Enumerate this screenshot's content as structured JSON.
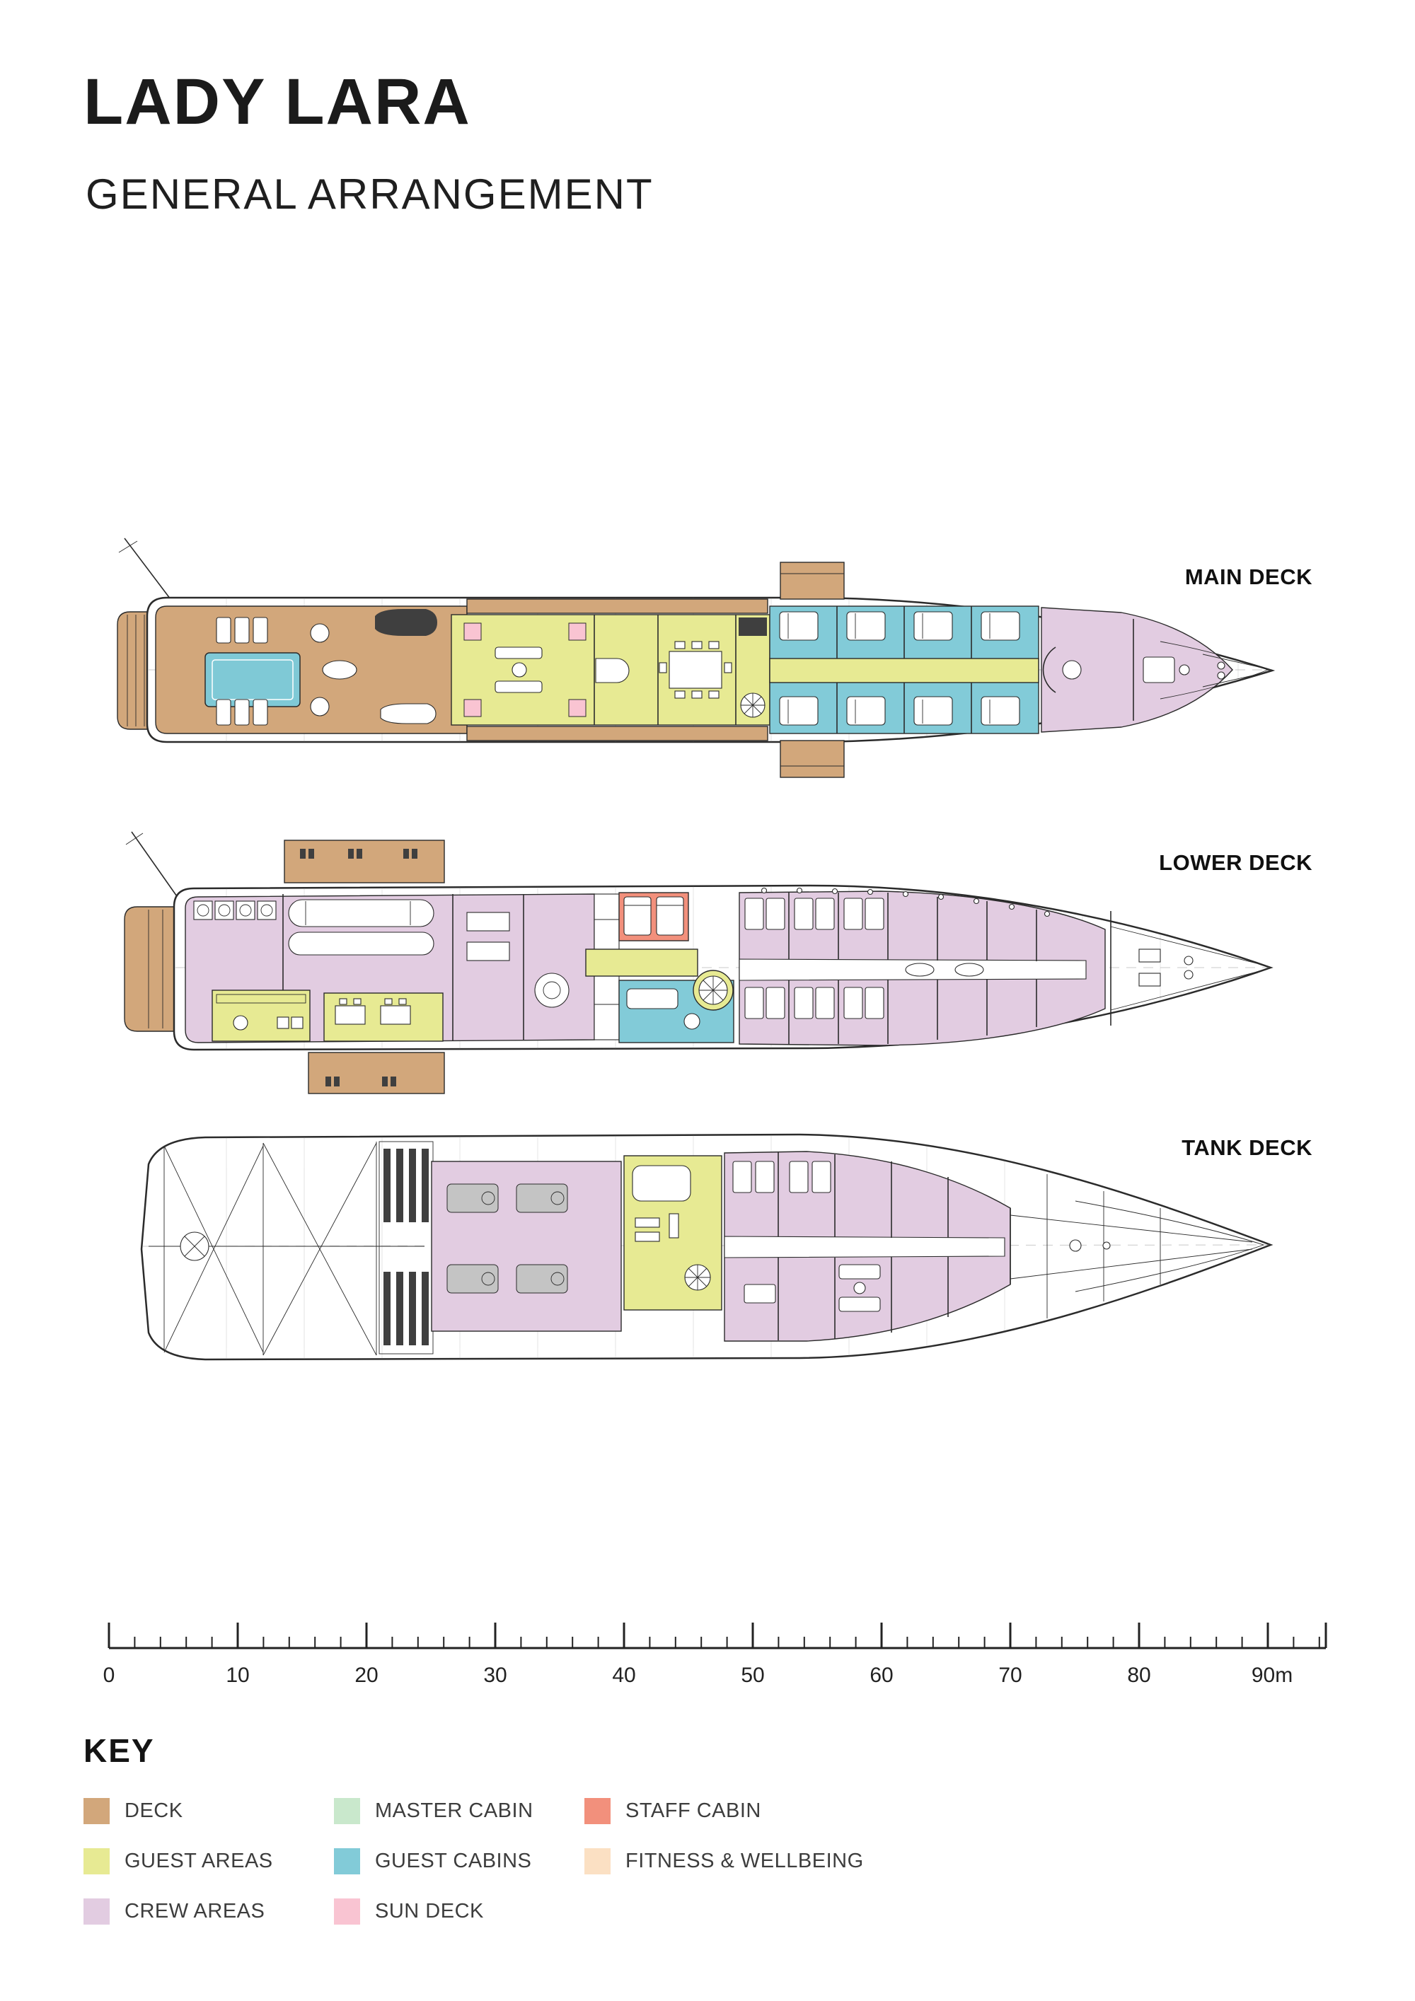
{
  "header": {
    "title": "LADY LARA",
    "subtitle": "GENERAL ARRANGEMENT"
  },
  "decks": [
    {
      "label": "MAIN DECK"
    },
    {
      "label": "LOWER DECK"
    },
    {
      "label": "TANK DECK"
    }
  ],
  "scale_bar": {
    "unit": "m",
    "range_m": [
      0,
      90
    ],
    "tick_labels": [
      "0",
      "10",
      "20",
      "30",
      "40",
      "50",
      "60",
      "70",
      "80",
      "90m"
    ]
  },
  "key": {
    "heading": "KEY",
    "columns": [
      [
        {
          "label": "DECK",
          "color": "#d2a77b"
        },
        {
          "label": "GUEST AREAS",
          "color": "#e7ea93"
        },
        {
          "label": "CREW AREAS",
          "color": "#e2cce1"
        }
      ],
      [
        {
          "label": "MASTER CABIN",
          "color": "#c9e8cc"
        },
        {
          "label": "GUEST CABINS",
          "color": "#82cbd8"
        },
        {
          "label": "SUN DECK",
          "color": "#f9c4d2"
        }
      ],
      [
        {
          "label": "STAFF CABIN",
          "color": "#f2907c"
        },
        {
          "label": "FITNESS & WELLBEING",
          "color": "#fbe0c3"
        }
      ]
    ]
  },
  "palette": {
    "outline": "#2b2b2b",
    "hull_fill": "#ffffff",
    "pool": "#7fc9d6"
  }
}
